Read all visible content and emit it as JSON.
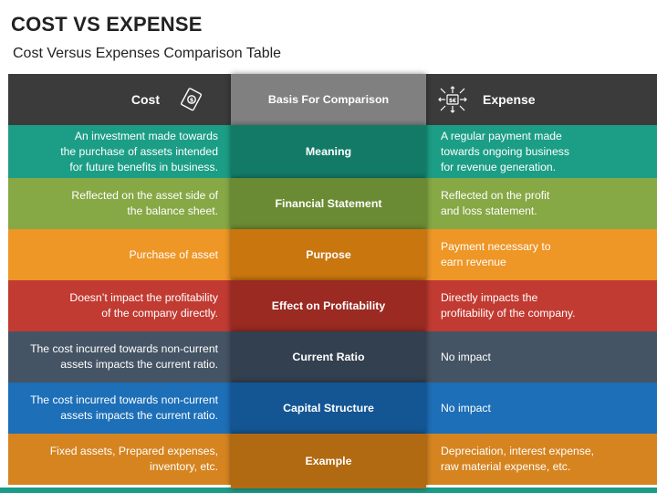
{
  "title": "COST VS EXPENSE",
  "subtitle": "Cost Versus Expenses Comparison Table",
  "header": {
    "left": "Cost",
    "middle": "Basis For Comparison",
    "right": "Expense",
    "left_icon": "money-cost-icon",
    "right_icon": "expense-arrows-icon"
  },
  "colors": {
    "header_side": "#3b3b3b",
    "header_mid": "#808080",
    "footer_bar": "#1a9b8a"
  },
  "rows": [
    {
      "basis": "Meaning",
      "cost": [
        "An investment made towards",
        "the purchase of assets intended",
        "for future benefits in business."
      ],
      "expense": [
        "A regular payment made",
        "towards ongoing business",
        "for revenue generation."
      ],
      "side_color": "#1c9e86",
      "mid_color": "#137a67"
    },
    {
      "basis": "Financial Statement",
      "cost": [
        "Reflected on the asset side of",
        "the balance sheet."
      ],
      "expense": [
        "Reflected on the profit",
        "and loss statement."
      ],
      "side_color": "#86a845",
      "mid_color": "#6a8b33"
    },
    {
      "basis": "Purpose",
      "cost": [
        "Purchase of asset"
      ],
      "expense": [
        "Payment necessary to",
        "earn revenue"
      ],
      "side_color": "#ee9626",
      "mid_color": "#c9760f"
    },
    {
      "basis": "Effect on Profitability",
      "cost": [
        "Doesn’t impact the profitability",
        "of the company directly."
      ],
      "expense": [
        "Directly impacts the",
        "profitability of the company."
      ],
      "side_color": "#c13b32",
      "mid_color": "#9a2a22"
    },
    {
      "basis": "Current Ratio",
      "cost": [
        "The cost incurred towards non-current",
        "assets impacts the current ratio."
      ],
      "expense": [
        "No impact"
      ],
      "side_color": "#455465",
      "mid_color": "#334050"
    },
    {
      "basis": "Capital Structure",
      "cost": [
        "The cost incurred towards non-current",
        "assets impacts the current ratio."
      ],
      "expense": [
        "No impact"
      ],
      "side_color": "#1d6fb8",
      "mid_color": "#135693"
    },
    {
      "basis": "Example",
      "cost": [
        "Fixed assets, Prepared expenses,",
        "inventory, etc."
      ],
      "expense": [
        "Depreciation, interest expense,",
        "raw material expense, etc."
      ],
      "side_color": "#d68420",
      "mid_color": "#b26a12"
    }
  ]
}
